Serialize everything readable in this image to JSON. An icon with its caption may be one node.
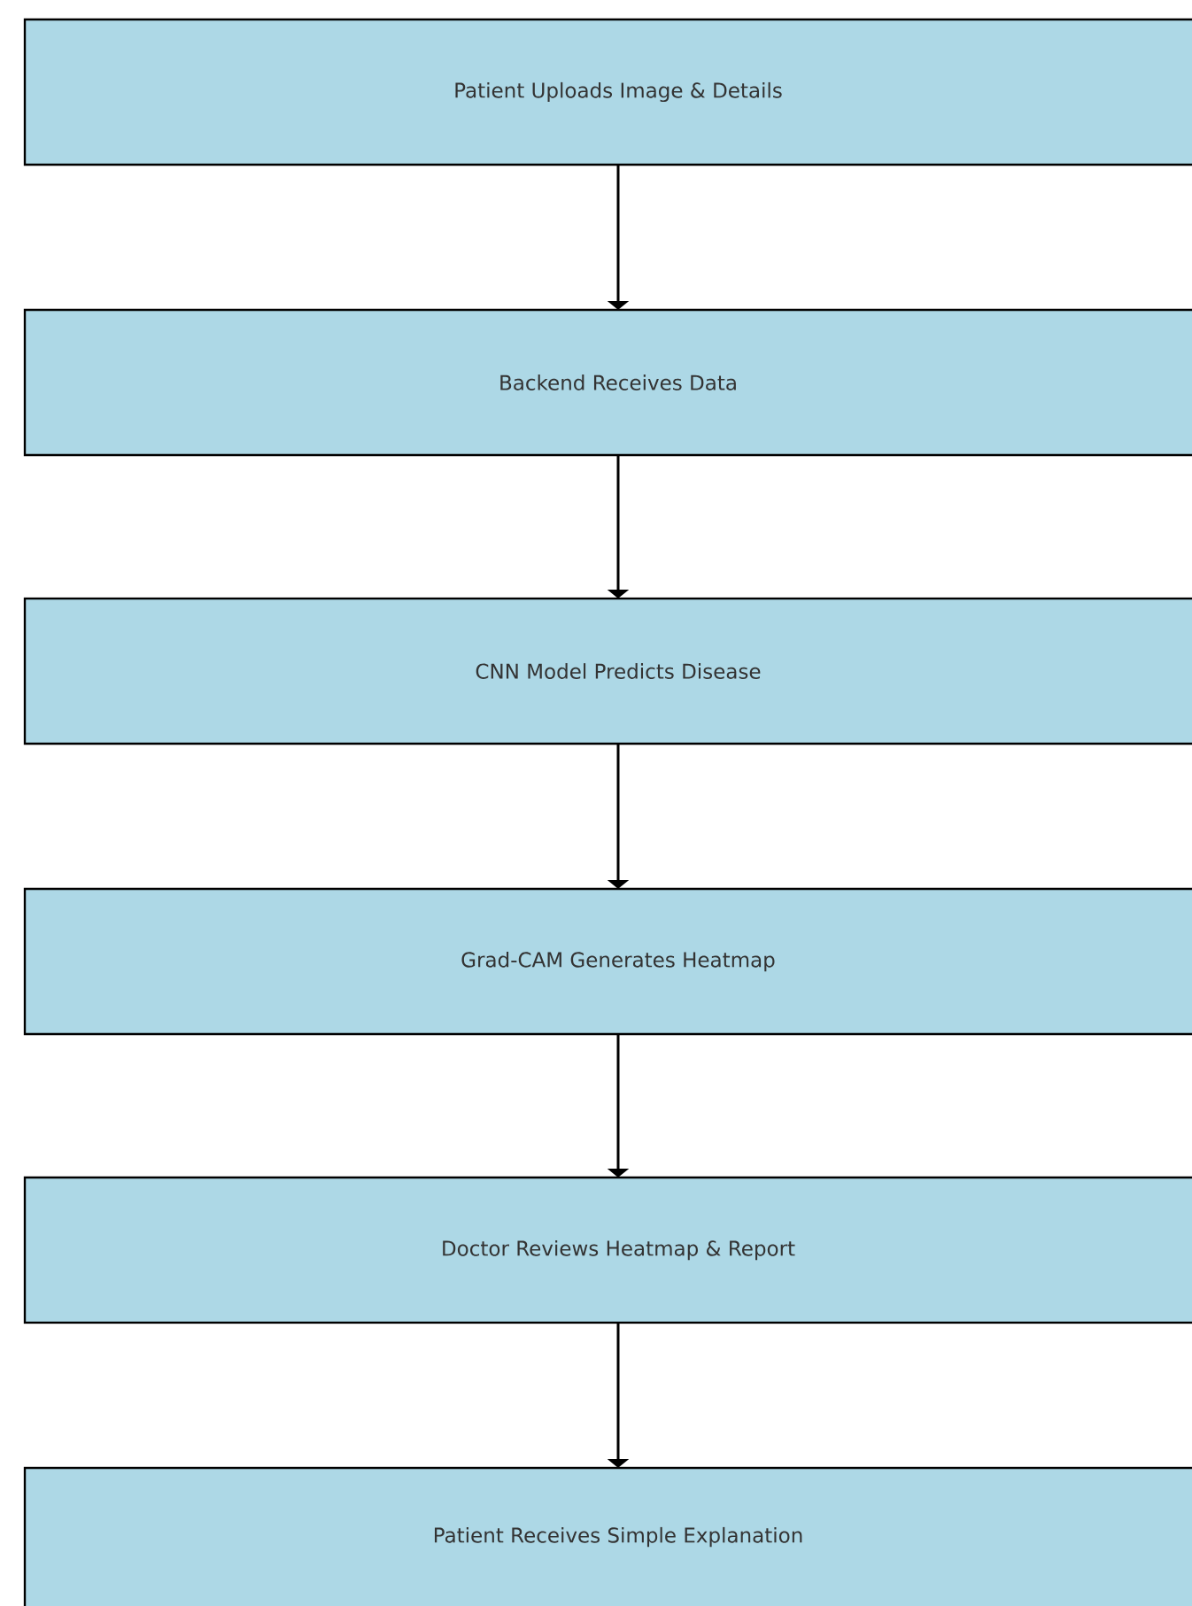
{
  "diagram": {
    "nodes": [
      {
        "text": [
          "Patient Uploads Image & Details"
        ]
      },
      {
        "text": [
          "Backend Receives Data"
        ]
      },
      {
        "text": [
          "CNN Model Predicts Disease"
        ]
      },
      {
        "text": [
          "Grad-CAM Generates Heatmap"
        ]
      },
      {
        "text": [
          "Doctor Reviews Heatmap & Report"
        ]
      },
      {
        "text": [
          "Patient Receives Simple Explanation"
        ]
      }
    ],
    "edges": [
      {
        "from": 0,
        "to": 1,
        "arrow": "to"
      },
      {
        "from": 1,
        "to": 2,
        "arrow": "to"
      },
      {
        "from": 2,
        "to": 3,
        "arrow": "to"
      },
      {
        "from": 3,
        "to": 4,
        "arrow": "to"
      },
      {
        "from": 4,
        "to": 5,
        "arrow": "to"
      }
    ]
  }
}
